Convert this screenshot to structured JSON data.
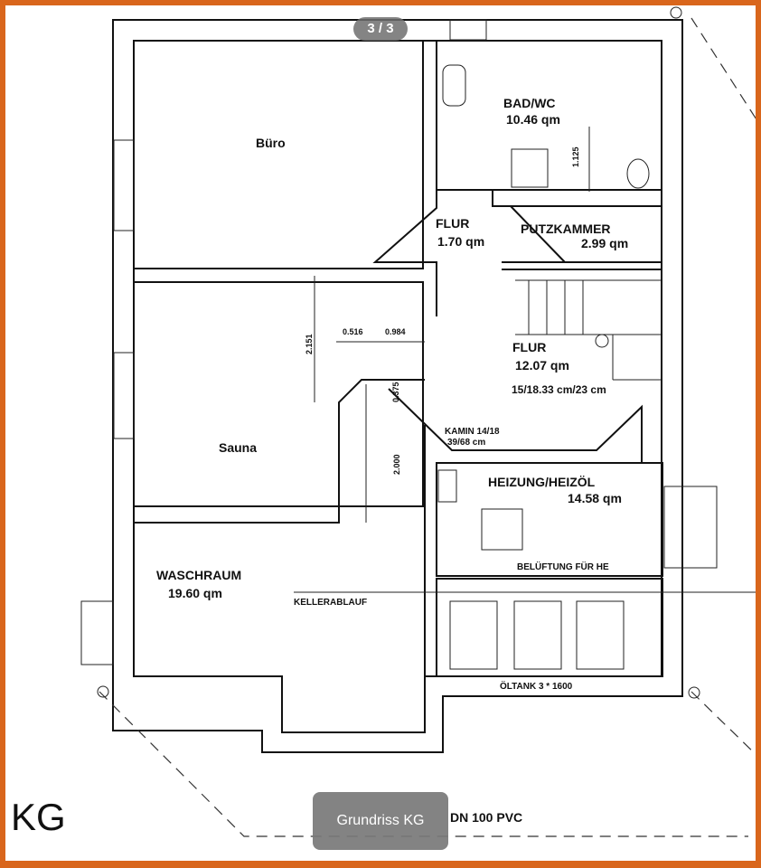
{
  "viewer": {
    "counter": "3 / 3",
    "caption": "Grundriss KG"
  },
  "plan": {
    "floor_label": "KG",
    "rooms": {
      "buero": "Büro",
      "bad_name": "BAD/WC",
      "bad_area": "10.46 qm",
      "flur1_name": "FLUR",
      "flur1_area": "1.70 qm",
      "putz_name": "PUTZKAMMER",
      "putz_area": "2.99 qm",
      "flur2_name": "FLUR",
      "flur2_area": "12.07 qm",
      "stair": "15/18.33 cm/23 cm",
      "sauna": "Sauna",
      "kamin1": "KAMIN 14/18",
      "kamin2": "39/68 cm",
      "heiz_name": "HEIZUNG/HEIZÖL",
      "heiz_area": "14.58 qm",
      "belueftung": "BELÜFTUNG FÜR HE",
      "wasch_name": "WASCHRAUM",
      "wasch_area": "19.60 qm",
      "kellerablauf": "KELLERABLAUF",
      "oeltank": "ÖLTANK 3 * 1600",
      "pipe": "DN 100 PVC"
    },
    "dims": {
      "d1": "1.125",
      "d2": "2.151",
      "d3": "0.516",
      "d4": "0.984",
      "d5": "0.375",
      "d6": "2.000"
    }
  }
}
